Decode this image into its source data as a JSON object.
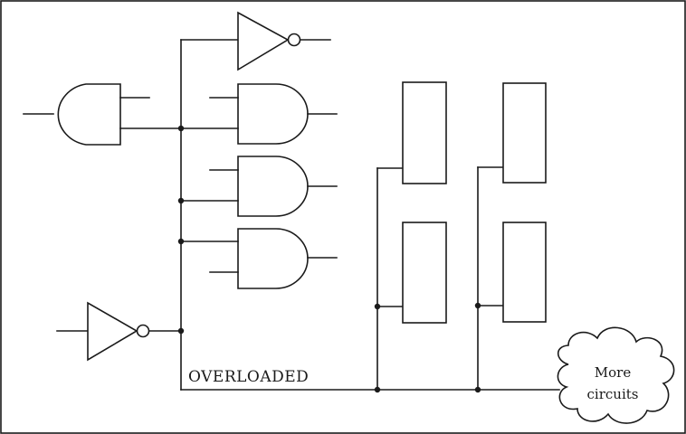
{
  "labels": {
    "bus": "OVERLOADED",
    "cloud_line1": "More",
    "cloud_line2": "circuits"
  },
  "colors": {
    "ink": "#1a1a1a",
    "background": "#ffffff"
  }
}
